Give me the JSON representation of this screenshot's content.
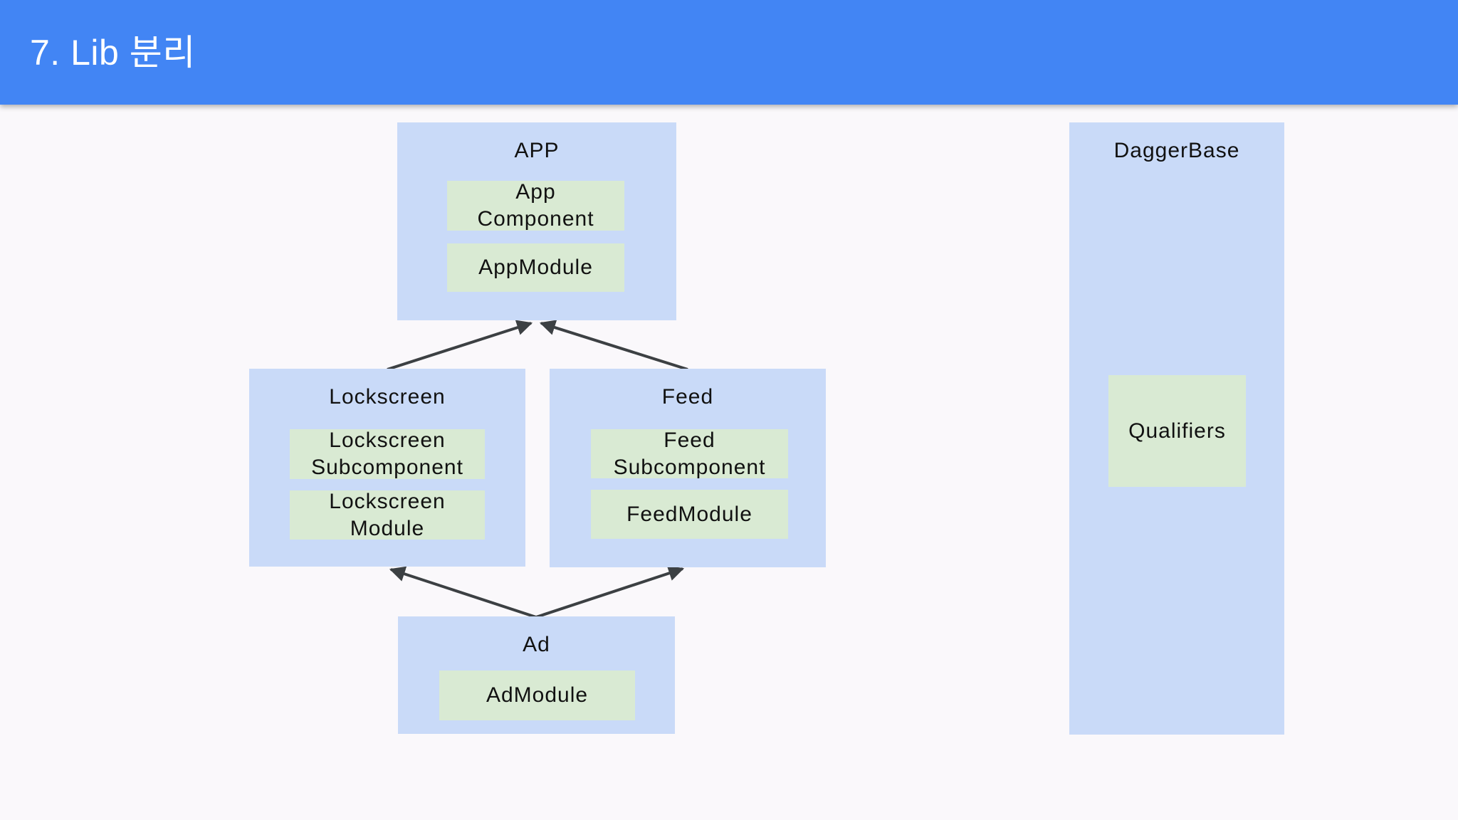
{
  "header": {
    "title": "7. Lib 분리"
  },
  "colors": {
    "header_bg": "#4285f4",
    "slide_bg": "#faf8fb",
    "node_fill": "#c9daf8",
    "chip_fill": "#d9ead3",
    "arrow": "#3c4043",
    "text": "#111111",
    "title_text": "#ffffff"
  },
  "nodes": {
    "app": {
      "title": "APP",
      "items": [
        "App\nComponent",
        "AppModule"
      ]
    },
    "lockscreen": {
      "title": "Lockscreen",
      "items": [
        "Lockscreen\nSubcomponent",
        "Lockscreen\nModule"
      ]
    },
    "feed": {
      "title": "Feed",
      "items": [
        "Feed\nSubcomponent",
        "FeedModule"
      ]
    },
    "ad": {
      "title": "Ad",
      "items": [
        "AdModule"
      ]
    },
    "daggerbase": {
      "title": "DaggerBase",
      "items": [
        "Qualifiers"
      ]
    }
  },
  "edges": [
    {
      "from": "lockscreen",
      "to": "app"
    },
    {
      "from": "feed",
      "to": "app"
    },
    {
      "from": "ad",
      "to": "lockscreen"
    },
    {
      "from": "ad",
      "to": "feed"
    }
  ]
}
